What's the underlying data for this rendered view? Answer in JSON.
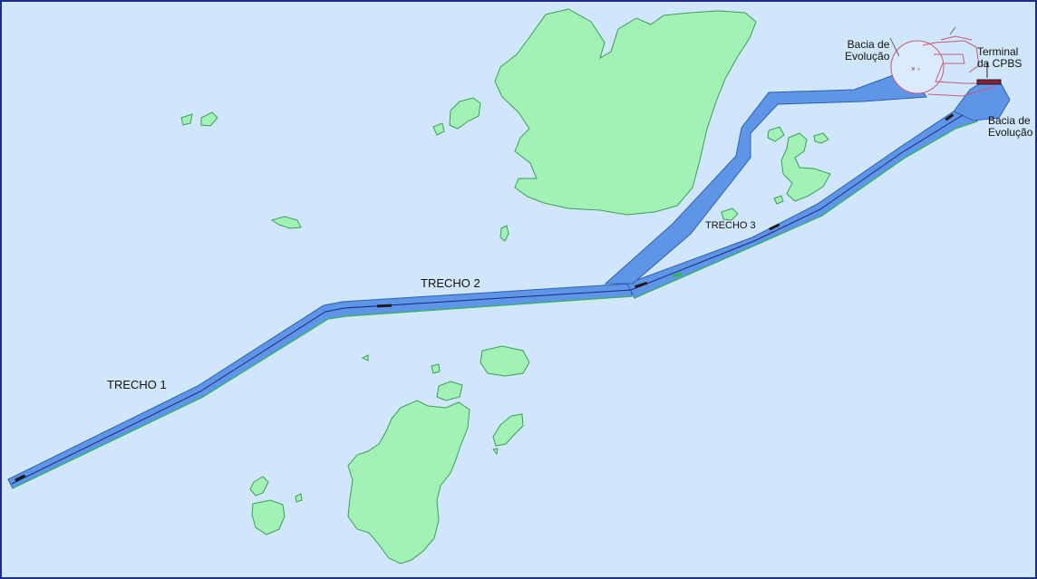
{
  "colors": {
    "water": "#cfe6fb",
    "land": "#a2f2b6",
    "land_outline": "#3e9e59",
    "channel": "#5f95e6",
    "channel_edge": "#2f5fb0",
    "frame": "#1d2c8e",
    "terminal_lines": "#c85a78"
  },
  "labels": {
    "trecho_1": "TRECHO 1",
    "trecho_2": "TRECHO 2",
    "trecho_3": "TRECHO 3",
    "bacia_evolucao_north": "Bacia de\nEvolução",
    "terminal_cpbs": "Terminal\nda CPBS",
    "bacia_evolucao_east": "Bacia de\nEvolução"
  }
}
